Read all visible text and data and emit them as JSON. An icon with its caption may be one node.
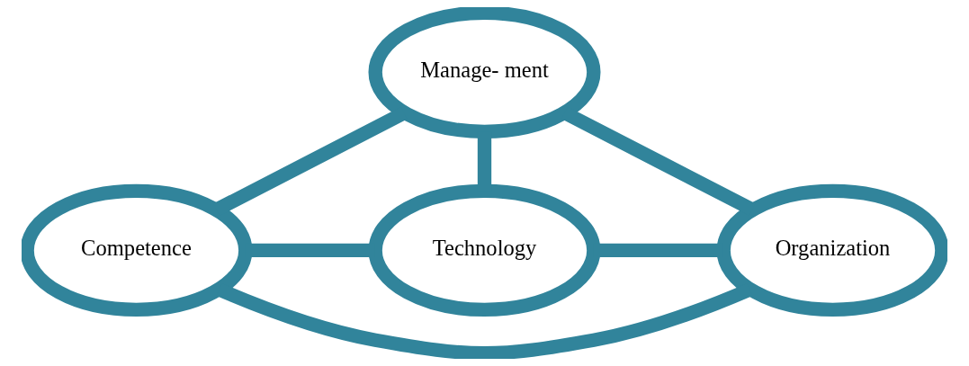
{
  "diagram": {
    "nodes": [
      {
        "text": [
          "Manage- ment"
        ]
      },
      {
        "text": [
          "Competence"
        ]
      },
      {
        "text": [
          "Organization"
        ]
      },
      {
        "text": [
          "Technology"
        ]
      }
    ],
    "edges": [
      {
        "from": 1,
        "to": 0,
        "arrow": "none"
      },
      {
        "from": 0,
        "to": 2,
        "arrow": "none"
      },
      {
        "from": 0,
        "to": 3,
        "arrow": "none"
      },
      {
        "from": 1,
        "to": 2,
        "arrow": "none"
      },
      {
        "from": 1,
        "to": 3,
        "arrow": "none"
      },
      {
        "from": 3,
        "to": 2,
        "arrow": "none"
      }
    ]
  }
}
